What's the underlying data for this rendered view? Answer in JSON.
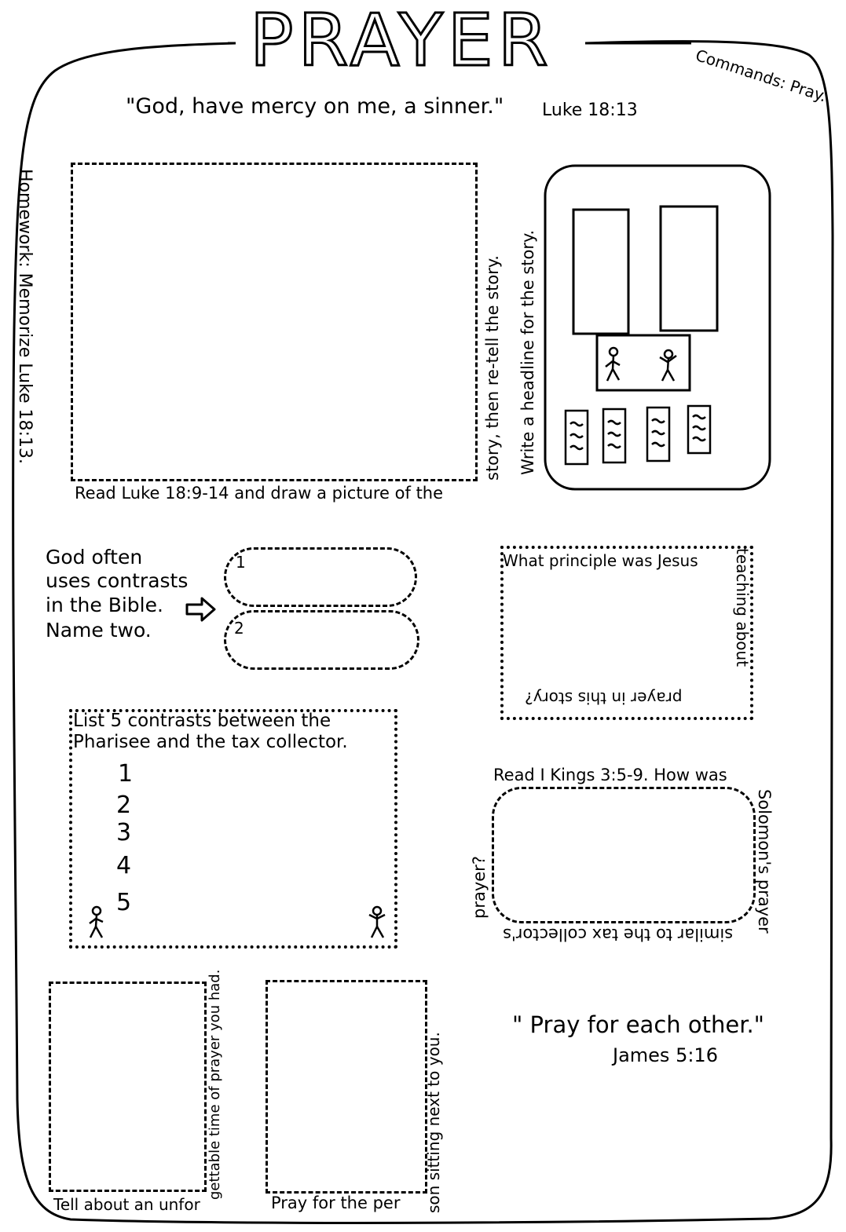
{
  "title": "PRAYER",
  "commands": "Commands: Pray.",
  "verse_top": {
    "text": "\"God, have mercy on me, a sinner.\"",
    "ref": "Luke 18:13"
  },
  "homework": "Homework: Memorize Luke 18:13.",
  "story_box": {
    "bottom_text": "Read Luke 18:9-14 and draw a picture of the",
    "side_text": "story, then re-tell the story."
  },
  "headline_text": "Write a headline for the story.",
  "contrasts_intro": {
    "line1": "God often",
    "line2": "uses contrasts",
    "line3": "in the Bible.",
    "line4": "Name two."
  },
  "contrast_pills": [
    "1",
    "2"
  ],
  "principle_box": {
    "top_text": "What principle was Jesus",
    "right_text": "teaching about",
    "bottom_text": "prayer in this story?"
  },
  "list_box": {
    "line1": "List 5 contrasts between the",
    "line2": "Pharisee and the tax collector.",
    "numbers": [
      "1",
      "2",
      "3",
      "4",
      "5"
    ]
  },
  "kings_box": {
    "top_text": "Read I Kings 3:5-9. How was",
    "right_text": "Solomon's prayer",
    "bottom_text": "similar to the tax collector's",
    "left_text": "prayer?"
  },
  "unforgettable_box": {
    "bottom_text": "Tell about an unfor",
    "side_text": "gettable time of prayer you had."
  },
  "pray_person_box": {
    "bottom_text": "Pray for the per",
    "side_text": "son sitting next to you."
  },
  "verse_bottom": {
    "text": "\" Pray for each other.\"",
    "ref": "James 5:16"
  }
}
